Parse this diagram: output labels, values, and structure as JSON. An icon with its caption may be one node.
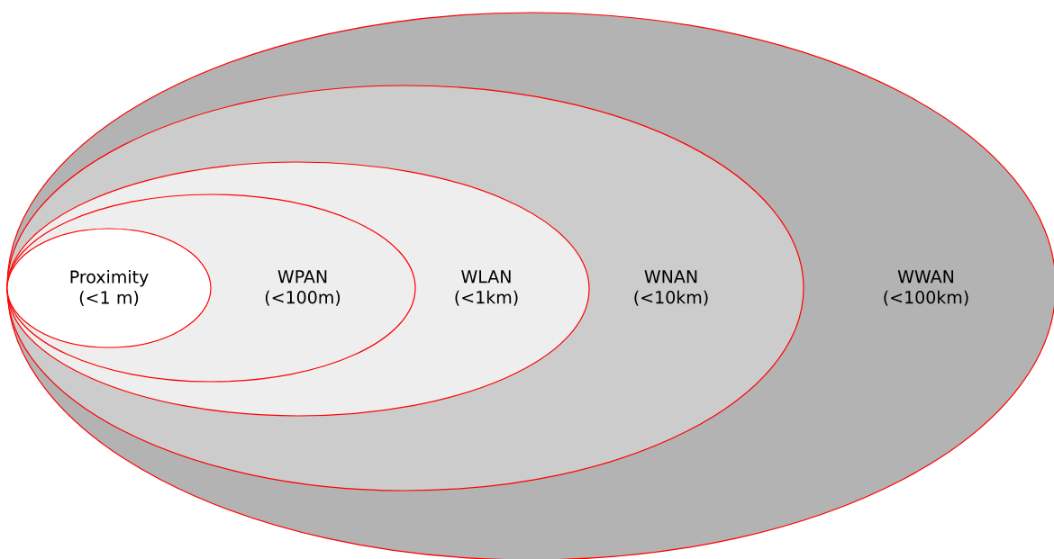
{
  "diagram": {
    "nodes": [
      {
        "text": [
          "WWAN (<100km)"
        ]
      },
      {
        "text": [
          "WNAN (<10km)"
        ],
        "in": 0
      },
      {
        "text": [
          "WLAN (<1km)"
        ],
        "in": 1
      },
      {
        "text": [
          "WPAN (<100m)"
        ],
        "in": 2
      },
      {
        "text": [
          "Proximity (<1 m)"
        ],
        "in": 3
      }
    ]
  }
}
